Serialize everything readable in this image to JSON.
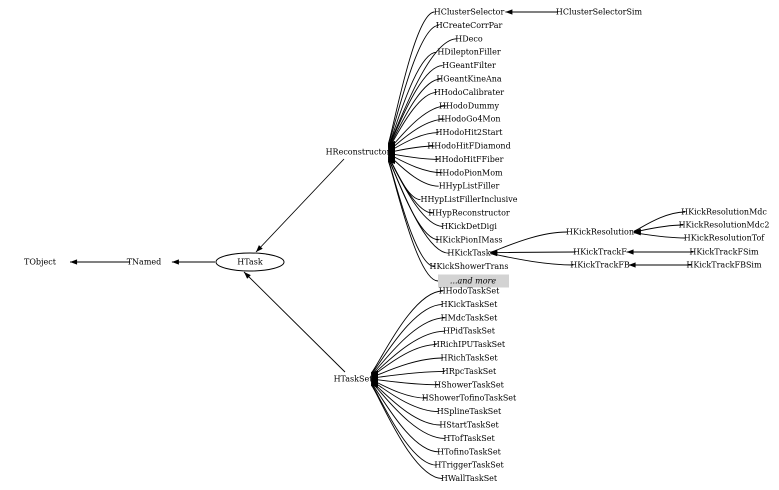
{
  "diagram": {
    "root": {
      "label": "HTask"
    },
    "ancestors": [
      {
        "label": "TNamed"
      },
      {
        "label": "TObject"
      }
    ],
    "groups": [
      {
        "label": "HReconstructor",
        "children": [
          {
            "label": "HClusterSelector",
            "children": [
              {
                "label": "HClusterSelectorSim"
              }
            ]
          },
          {
            "label": "HCreateCorrPar"
          },
          {
            "label": "HDeco"
          },
          {
            "label": "HDileptonFiller"
          },
          {
            "label": "HGeantFilter"
          },
          {
            "label": "HGeantKineAna"
          },
          {
            "label": "HHodoCalibrater"
          },
          {
            "label": "HHodoDummy"
          },
          {
            "label": "HHodoGo4Mon"
          },
          {
            "label": "HHodoHit2Start"
          },
          {
            "label": "HHodoHitFDiamond"
          },
          {
            "label": "HHodoHitFFiber"
          },
          {
            "label": "HHodoPionMom"
          },
          {
            "label": "HHypListFiller"
          },
          {
            "label": "HHypListFillerInclusive"
          },
          {
            "label": "HHypReconstructor"
          },
          {
            "label": "HKickDetDigi"
          },
          {
            "label": "HKickPionIMass"
          },
          {
            "label": "HKickTask",
            "children": [
              {
                "label": "HKickResolution",
                "children": [
                  {
                    "label": "HKickResolutionMdc"
                  },
                  {
                    "label": "HKickResolutionMdc2"
                  },
                  {
                    "label": "HKickResolutionTof"
                  }
                ]
              },
              {
                "label": "HKickTrackF",
                "children": [
                  {
                    "label": "HKickTrackFSim"
                  }
                ]
              },
              {
                "label": "HKickTrackFB",
                "children": [
                  {
                    "label": "HKickTrackFBSim"
                  }
                ]
              }
            ]
          },
          {
            "label": "HKickShowerTrans"
          }
        ],
        "more_label": "...and more"
      },
      {
        "label": "HTaskSet",
        "children": [
          {
            "label": "HHodoTaskSet"
          },
          {
            "label": "HKickTaskSet"
          },
          {
            "label": "HMdcTaskSet"
          },
          {
            "label": "HPidTaskSet"
          },
          {
            "label": "HRichIPUTaskSet"
          },
          {
            "label": "HRichTaskSet"
          },
          {
            "label": "HRpcTaskSet"
          },
          {
            "label": "HShowerTaskSet"
          },
          {
            "label": "HShowerTofinoTaskSet"
          },
          {
            "label": "HSplineTaskSet"
          },
          {
            "label": "HStartTaskSet"
          },
          {
            "label": "HTofTaskSet"
          },
          {
            "label": "HTofinoTaskSet"
          },
          {
            "label": "HTriggerTaskSet"
          },
          {
            "label": "HWallTaskSet"
          }
        ]
      }
    ]
  }
}
